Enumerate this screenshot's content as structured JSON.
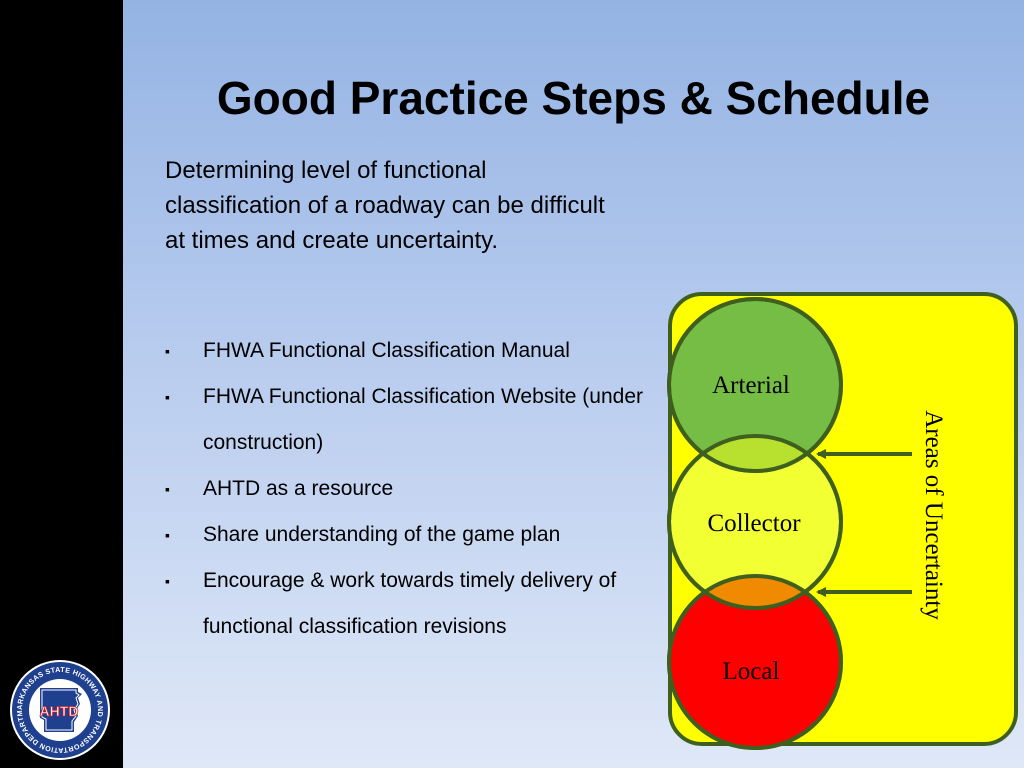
{
  "slide": {
    "title": "Good Practice Steps & Schedule",
    "intro": "Determining level of functional classification of a roadway can be difficult at times and create uncertainty.",
    "bullets": [
      "FHWA Functional Classification Manual",
      "FHWA Functional Classification Website (under construction)",
      "AHTD as a resource",
      "Share understanding of the game plan",
      "Encourage & work towards timely delivery of functional classification revisions"
    ],
    "bullet_glyph": "▪"
  },
  "diagram": {
    "levels": [
      "Arterial",
      "Collector",
      "Local"
    ],
    "uncertainty_label": "Areas of Uncertainty",
    "colors": {
      "panel": "#ffff00",
      "border": "#3f5f1f",
      "arterial": "#76bd45",
      "collector": "#f2ff33",
      "local": "#ff0000",
      "overlap_top": "#b8e02e",
      "overlap_bottom": "#f08a00"
    }
  },
  "logo": {
    "center_text": "AHTD",
    "ring_text": "ARKANSAS STATE HIGHWAY AND TRANSPORTATION DEPARTMENT",
    "icon": "ahtd-seal-icon"
  }
}
